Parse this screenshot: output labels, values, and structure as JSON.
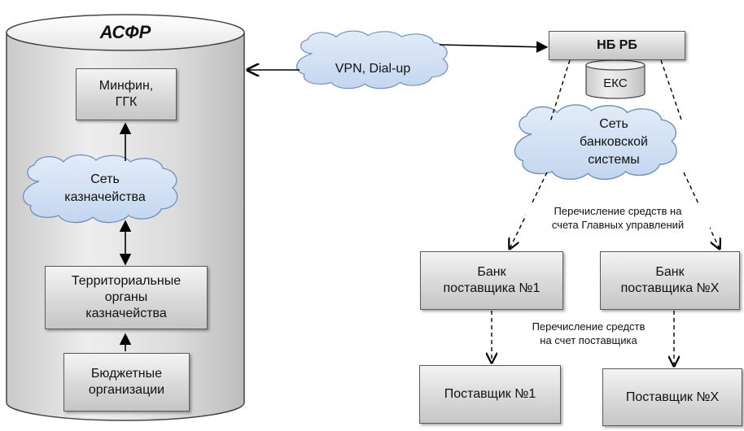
{
  "main_system": {
    "title": "АСФР"
  },
  "treasury": {
    "minfin": "Минфин,\nГГК",
    "cloud": "Сеть\nказначейства",
    "territorial": "Территориальные\nорганы\nказначейства",
    "budget_orgs": "Бюджетные\nорганизации"
  },
  "vpn_cloud": "VPN, Dial-up",
  "nbrb": {
    "label": "НБ РБ",
    "eks": "ЕКС"
  },
  "bank_network_cloud": "Сеть\nбанковской\nсистемы",
  "notes": {
    "to_main_offices": "Перечисление средств на\nсчета  Главных управлений",
    "to_supplier": "Перечисление средств\nна счет поставщика"
  },
  "banks": {
    "bank1": "Банк\nпоставщика №1",
    "bankX": "Банк\nпоставщика №X"
  },
  "suppliers": {
    "supplier1": "Поставщик №1",
    "supplierX": "Поставщик №X"
  }
}
